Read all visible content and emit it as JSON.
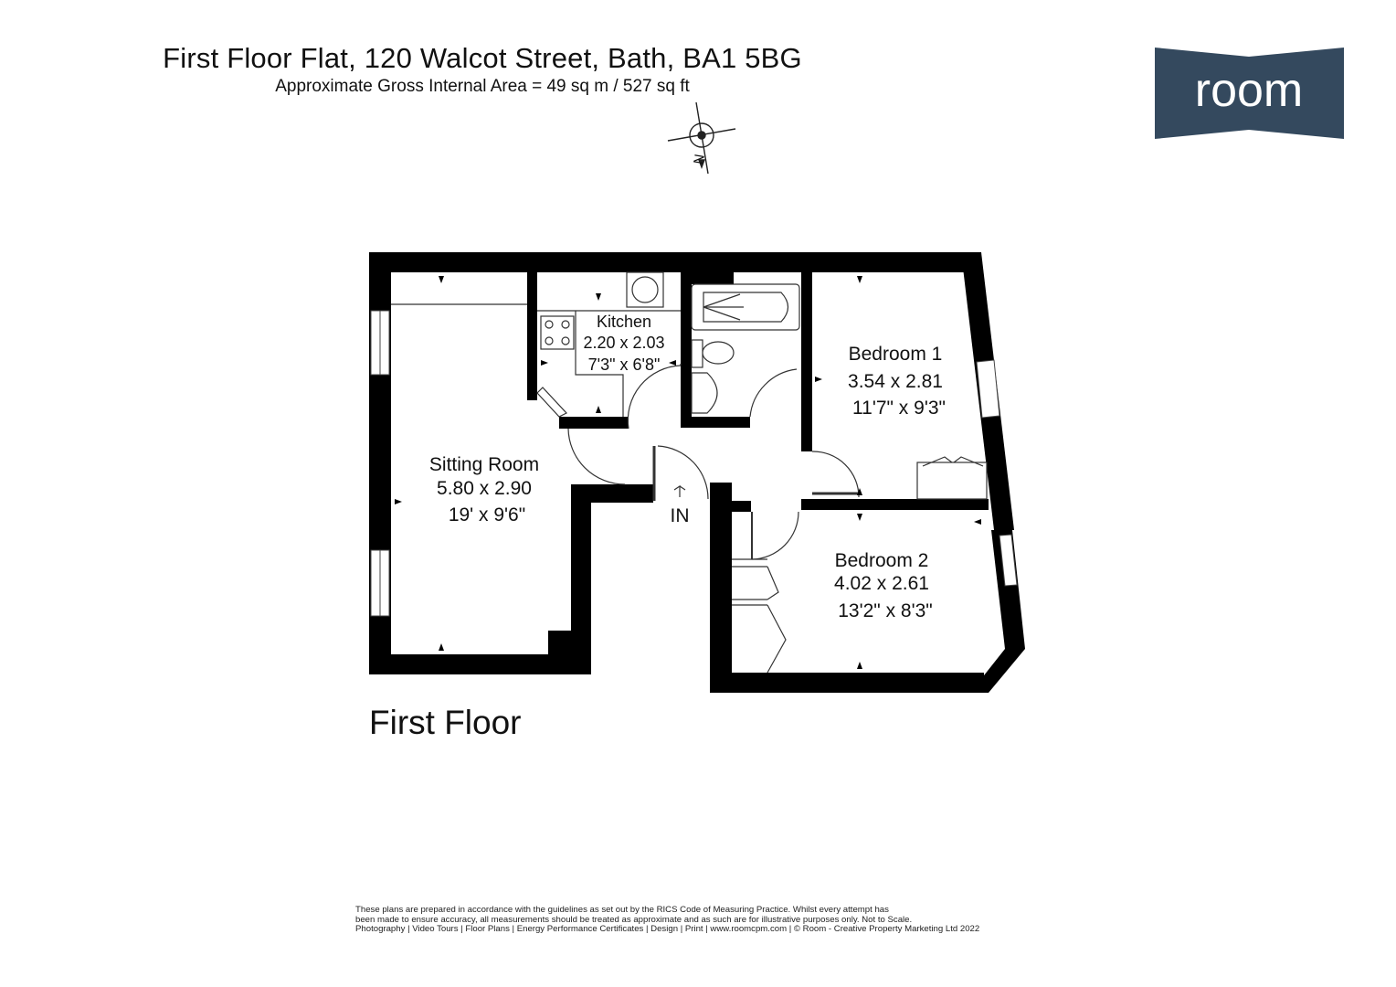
{
  "header": {
    "title": "First Floor Flat, 120 Walcot Street, Bath, BA1 5BG",
    "subtitle": "Approximate Gross Internal Area = 49 sq m / 527 sq ft"
  },
  "logo": {
    "text": "room",
    "color": "#34495e"
  },
  "compass": {
    "label": "N"
  },
  "rooms": {
    "kitchen": {
      "name": "Kitchen",
      "metric": "2.20 x 2.03",
      "imperial": "7'3\" x 6'8\""
    },
    "sitting": {
      "name": "Sitting Room",
      "metric": "5.80 x 2.90",
      "imperial": "19' x 9'6\""
    },
    "bedroom1": {
      "name": "Bedroom 1",
      "metric": "3.54 x 2.81",
      "imperial": "11'7\" x 9'3\""
    },
    "bedroom2": {
      "name": "Bedroom 2",
      "metric": "4.02 x 2.61",
      "imperial": "13'2\" x 8'3\""
    }
  },
  "entrance": {
    "label": "IN"
  },
  "floor_label": "First Floor",
  "disclaimer": {
    "line1": "These plans are prepared in accordance with the guidelines as set out by the RICS Code of Measuring Practice. Whilst every attempt has",
    "line2": "been made to ensure accuracy, all measurements should be treated as approximate and as such are for illustrative purposes only. Not to Scale.",
    "line3": "Photography | Video Tours | Floor Plans | Energy Performance Certificates | Design | Print | www.roomcpm.com | © Room - Creative Property Marketing Ltd 2022"
  }
}
